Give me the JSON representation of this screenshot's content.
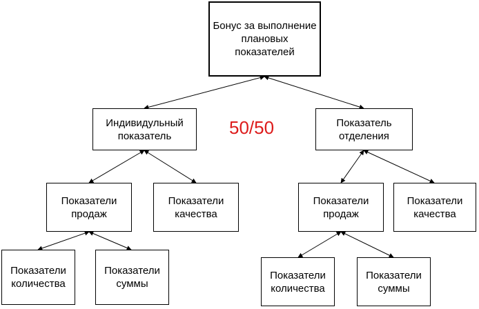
{
  "diagram": {
    "root": "Бонус за выполнение\nплановых\nпоказателей",
    "ratio": "50/50",
    "left": {
      "title": "Индивидульный\nпоказатель",
      "sales": "Показатели\nпродаж",
      "quality": "Показатели\nкачества",
      "quantity": "Показатели\nколичества",
      "sum": "Показатели\nсуммы"
    },
    "right": {
      "title": "Показатель\nотделения",
      "sales": "Показатели\nпродаж",
      "quality": "Показатели\nкачества",
      "quantity": "Показатели\nколичества",
      "sum": "Показатели\nсуммы"
    },
    "colors": {
      "line": "#000000",
      "ratio": "#dd1c1c"
    }
  }
}
